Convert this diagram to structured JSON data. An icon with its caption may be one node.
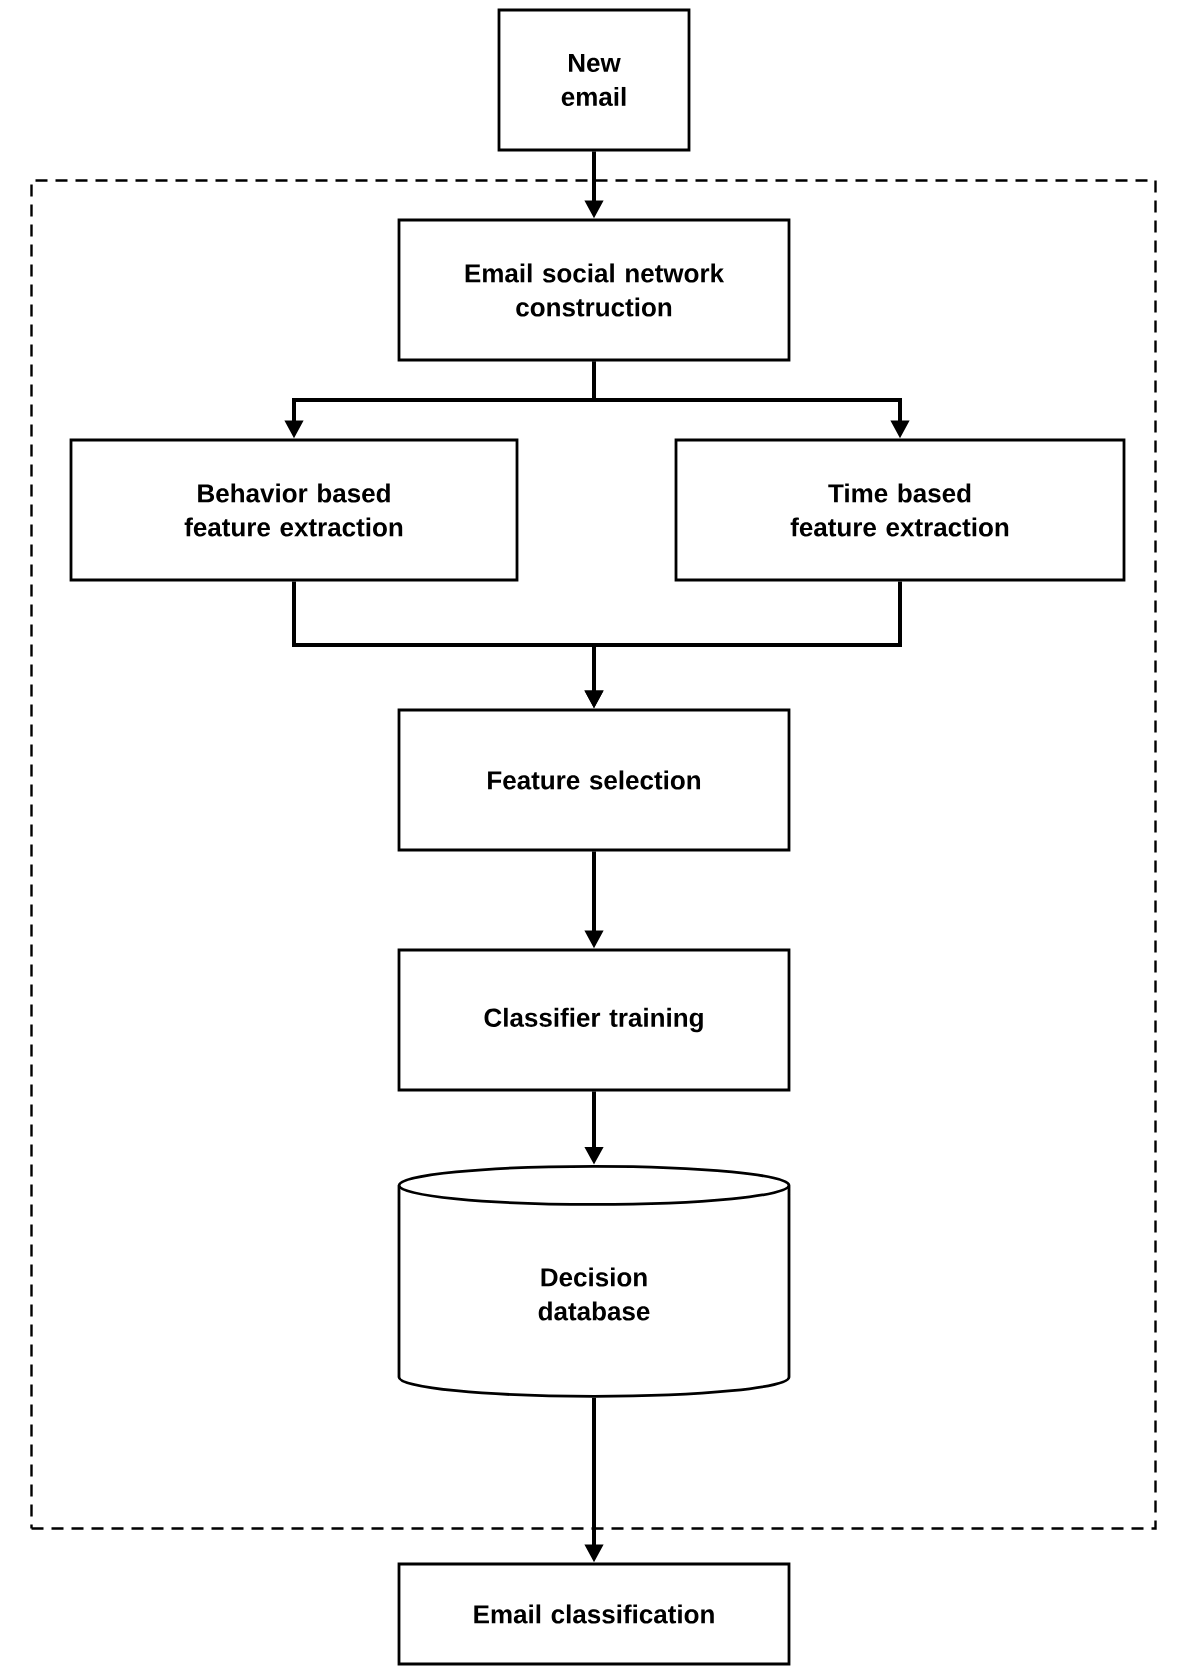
{
  "diagram": {
    "nodes": [
      {
        "text": [
          "New email"
        ]
      },
      {
        "text": [],
        "shape": "box"
      },
      {
        "text": [
          "Email social network construction"
        ],
        "in": 1
      },
      {
        "text": [
          "Behavior based feature extraction"
        ],
        "in": 1
      },
      {
        "text": [
          "Time based feature extraction"
        ],
        "in": 1
      },
      {
        "text": [
          "Feature selection"
        ],
        "in": 1
      },
      {
        "text": [
          "Classifier training"
        ],
        "in": 1
      },
      {
        "text": [
          "Decision database"
        ],
        "in": 1
      },
      {
        "text": [
          "Email classification"
        ]
      }
    ],
    "edges": [
      {
        "from": 0,
        "to": 2,
        "arrow": "to"
      },
      {
        "from": 2,
        "to": 3,
        "arrow": "to"
      },
      {
        "from": 2,
        "to": 4,
        "arrow": "to"
      },
      {
        "from": 3,
        "to": 5,
        "arrow": "to"
      },
      {
        "from": 4,
        "to": 5,
        "arrow": "to"
      },
      {
        "from": 5,
        "to": 6,
        "arrow": "to"
      },
      {
        "from": 6,
        "to": 7,
        "arrow": "to"
      },
      {
        "from": 7,
        "to": 8,
        "arrow": "to"
      }
    ]
  }
}
